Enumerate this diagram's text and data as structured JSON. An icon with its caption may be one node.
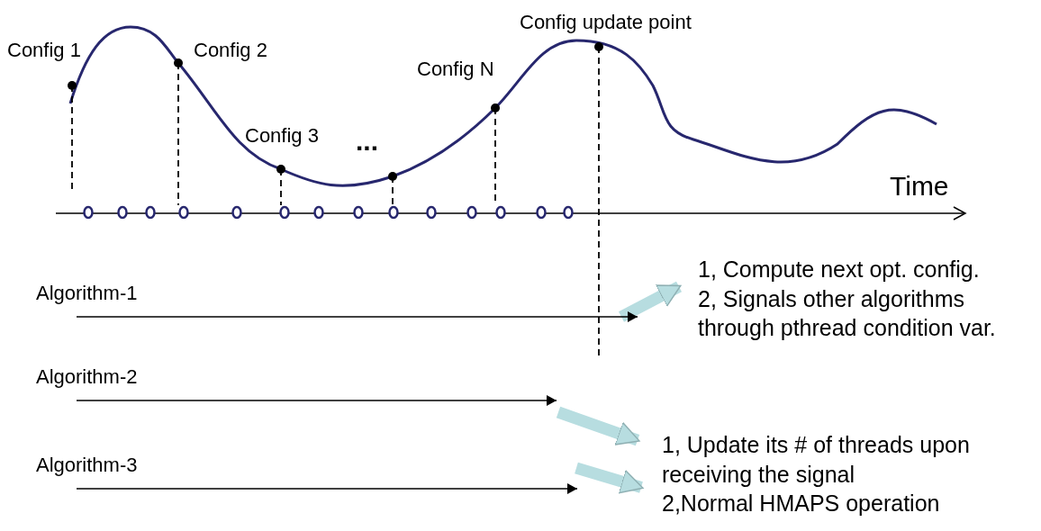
{
  "diagram": {
    "nodes": [
      {
        "text": [
          "Algorithm-1"
        ]
      },
      {
        "text": [
          "Algorithm-2"
        ]
      },
      {
        "text": [
          "Algorithm-3"
        ]
      },
      {
        "text": [
          "1, Compute next opt. config.",
          "2, Signals other algorithms through pthread condition var."
        ]
      },
      {
        "text": [
          "1, Update its # of threads upon receiving the signal",
          "2,Normal HMAPS operation"
        ]
      }
    ],
    "edges": [
      {
        "from": 0,
        "to": 3,
        "arrow": "to"
      },
      {
        "from": 1,
        "to": 4,
        "arrow": "to"
      },
      {
        "from": 2,
        "to": 4,
        "arrow": "to"
      }
    ],
    "labels": [
      "Config 1",
      "Config 2",
      "Config 3",
      "...",
      "Config N",
      "Config update point",
      "Time"
    ]
  }
}
